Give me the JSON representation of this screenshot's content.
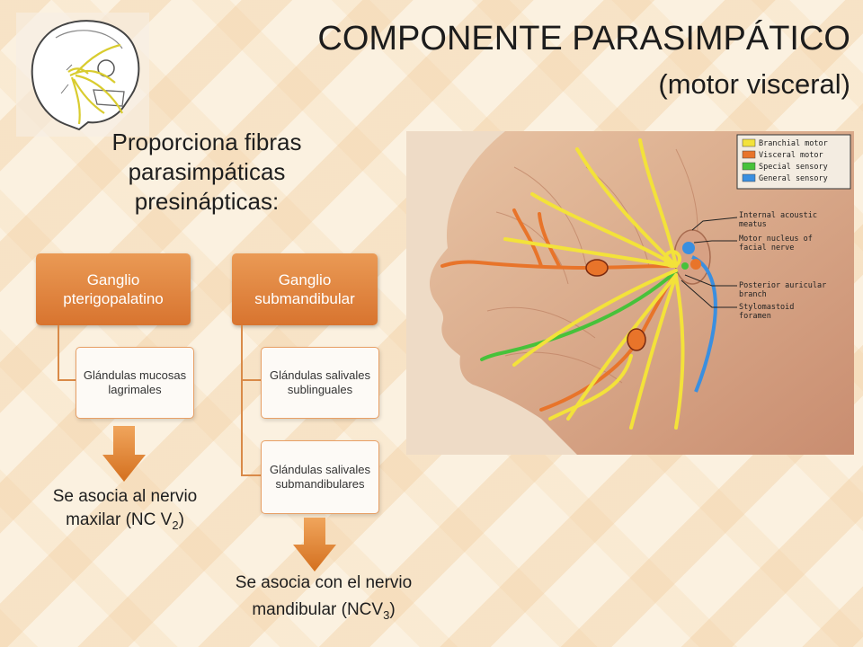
{
  "slide": {
    "title": "COMPONENTE PARASIMPÁTICO",
    "subtitle": "(motor visceral)",
    "intro": "Proporciona fibras parasimpáticas presinápticas:"
  },
  "left_branch": {
    "ganglion": "Ganglio pterigopalatino",
    "targets": [
      "Glándulas mucosas lagrimales"
    ],
    "caption_prefix": "Se asocia al nervio maxilar (NC V",
    "caption_sub": "2",
    "caption_suffix": ")"
  },
  "right_branch": {
    "ganglion": "Ganglio submandibular",
    "targets": [
      "Glándulas salivales sublinguales",
      "Glándulas salivales submandibulares"
    ],
    "caption_prefix": "Se asocia con el nervio mandibular (NCV",
    "caption_sub": "3",
    "caption_suffix": ")"
  },
  "figure": {
    "legend": [
      "Branchial motor",
      "Visceral motor",
      "Special sensory",
      "General sensory"
    ],
    "legend_colors": [
      "#f3e23a",
      "#e8742a",
      "#47c23a",
      "#3a8fe0"
    ],
    "labels": [
      "Internal acoustic meatus",
      "Motor nucleus of facial nerve",
      "Posterior auricular branch",
      "Stylomastoid foramen"
    ]
  },
  "colors": {
    "accent": "#d8742f",
    "arrow": "#e08a3c"
  }
}
